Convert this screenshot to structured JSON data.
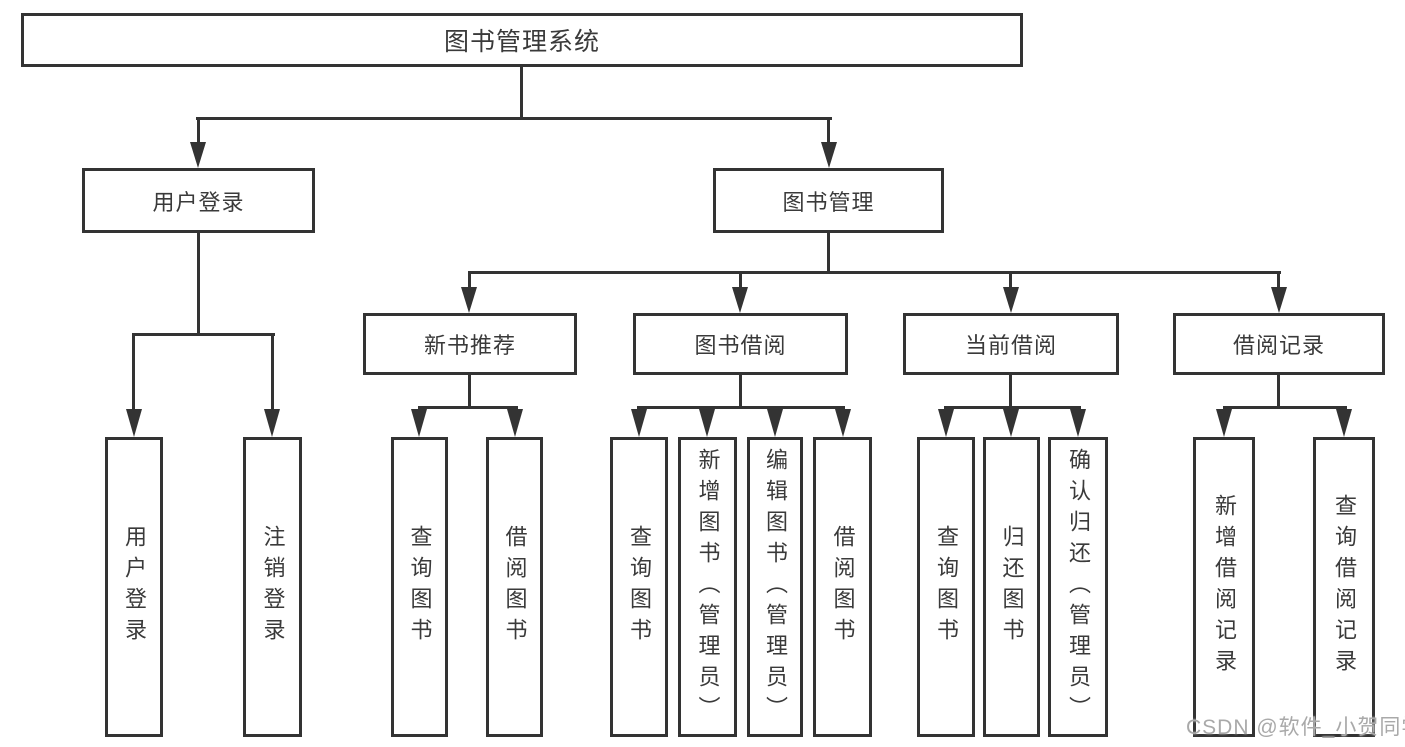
{
  "diagram": {
    "root": {
      "label": "图书管理系统"
    },
    "user_login": {
      "label": "用户登录",
      "children": [
        {
          "label": "用户登录"
        },
        {
          "label": "注销登录"
        }
      ]
    },
    "book_management": {
      "label": "图书管理"
    },
    "new_book_recommendation": {
      "label": "新书推荐",
      "children": [
        {
          "label": "查询图书"
        },
        {
          "label": "借阅图书"
        }
      ]
    },
    "book_borrowing": {
      "label": "图书借阅",
      "children": [
        {
          "label": "查询图书"
        },
        {
          "label": "新增图书（管理员）"
        },
        {
          "label": "编辑图书（管理员）"
        },
        {
          "label": "借阅图书"
        }
      ]
    },
    "current_borrowing": {
      "label": "当前借阅",
      "children": [
        {
          "label": "查询图书"
        },
        {
          "label": "归还图书"
        },
        {
          "label": "确认归还（管理员）"
        }
      ]
    },
    "borrowing_records": {
      "label": "借阅记录",
      "children": [
        {
          "label": "新增借阅记录"
        },
        {
          "label": "查询借阅记录"
        }
      ]
    }
  },
  "watermark": {
    "text": "CSDN @软件_小贺同学"
  },
  "colors": {
    "line": "#333333",
    "text": "#3a3a3a",
    "watermark": "#a9a9a9",
    "background": "#ffffff"
  }
}
